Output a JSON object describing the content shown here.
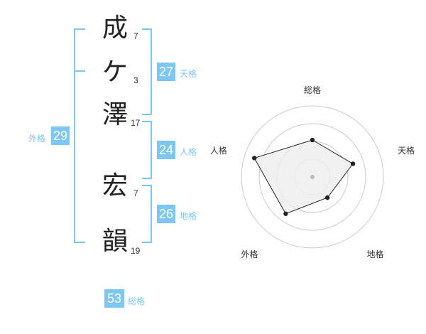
{
  "name": {
    "chars": [
      {
        "char": "成",
        "strokes": "7"
      },
      {
        "char": "ケ",
        "strokes": "3"
      },
      {
        "char": "澤",
        "strokes": "17"
      },
      {
        "char": "宏",
        "strokes": "7"
      },
      {
        "char": "韻",
        "strokes": "19"
      }
    ]
  },
  "fortune": {
    "tenkaku": {
      "value": "27",
      "label": "天格"
    },
    "jinkaku": {
      "value": "24",
      "label": "人格"
    },
    "chikaku": {
      "value": "26",
      "label": "地格"
    },
    "gaikaku": {
      "value": "29",
      "label": "外格"
    },
    "soukaku": {
      "value": "53",
      "label": "総格"
    }
  },
  "chart_data": {
    "type": "radar",
    "axes": [
      "総格",
      "天格",
      "地格",
      "外格",
      "人格"
    ],
    "values": [
      0.52,
      0.6,
      0.36,
      0.64,
      0.86
    ],
    "scale_max": 1.0,
    "rings": 4,
    "fill": "#eeeeee",
    "stroke": "#222222",
    "ring_color": "#cccccc"
  }
}
